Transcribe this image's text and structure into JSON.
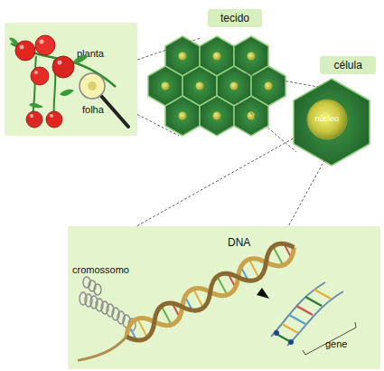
{
  "diagram": {
    "nodes": [
      {
        "text": [
          "planta",
          "folha"
        ]
      },
      {
        "text": [
          "tecido"
        ]
      },
      {
        "text": [
          "célula"
        ]
      },
      {
        "text": [
          "núcleo"
        ]
      },
      {
        "text": [
          "DNA",
          "cromossomo",
          "gene"
        ]
      }
    ],
    "edges": [
      {
        "from": 3,
        "to": 4,
        "arrow": "none"
      }
    ]
  }
}
